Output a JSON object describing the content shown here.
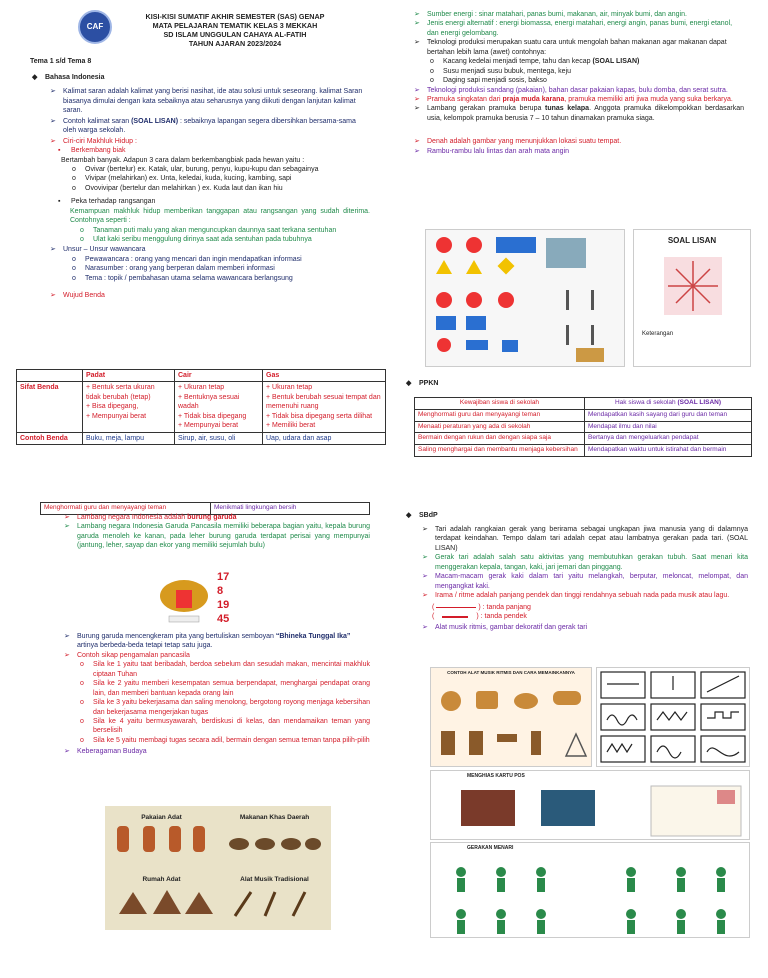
{
  "header": {
    "l1": "KISI-KISI SUMATIF AKHIR SEMESTER (SAS) GENAP",
    "l2": "MATA PELAJARAN TEMATIK KELAS 3 MEKKAH",
    "l3": "SD ISLAM UNGGULAN CAHAYA AL-FATIH",
    "l4": "TAHUN AJARAN 2023/2024",
    "tema": "Tema 1 s/d Tema 8",
    "logo_text": "CAF"
  },
  "bindo": {
    "title": "Bahasa Indonesia",
    "b1": "Kalimat saran adalah kalimat yang berisi nasihat, ide atau solusi untuk seseorang. kalimat Saran biasanya dimulai dengan kata sebaiknya atau seharusnya yang diikuti dengan lanjutan kalimat saran.",
    "b2a": "Contoh kalimat saran ",
    "b2b": "(SOAL LISAN)",
    "b2c": " : sebaiknya lapangan segera dibersihkan bersama-sama oleh warga sekolah.",
    "b3": "Ciri-ciri Makhluk Hidup :",
    "b3a": "Berkembang biak",
    "b3a_desc": "Bertambah banyak. Adapun 3 cara dalam berkembangbiak pada hewan yaitu :",
    "b3a_i1": "Ovivar (bertelur) ex. Katak, ular, burung, penyu, kupu-kupu dan sebagainya",
    "b3a_i2": "Vivipar (melahirkan) ex. Unta, keledai, kuda, kucing, kambing, sapi",
    "b3a_i3": "Ovovivipar (bertelur dan melahirkan ) ex. Kuda laut dan ikan hiu",
    "b3b": "Peka terhadap rangsangan",
    "b3b_desc": "Kemampuan makhluk hidup memberikan tanggapan atau rangsangan yang sudah diterima. Contohnya seperti :",
    "b3b_i1": "Tanaman puti malu yang akan menguncupkan daunnya saat terkana sentuhan",
    "b3b_i2": "Ulat kaki seribu menggulung dirinya saat ada sentuhan pada tubuhnya",
    "b4": "Unsur – Unsur wawancara",
    "b4_i1": "Pewawancara : orang yang mencari dan ingin mendapatkan informasi",
    "b4_i2": "Narasumber : orang yang berperan dalam memberi informasi",
    "b4_i3": "Tema : topik / pembahasan utama selama wawancara berlangsung",
    "b5": "Wujud Benda"
  },
  "wujud_table": {
    "headers": [
      "",
      "Padat",
      "Cair",
      "Gas"
    ],
    "r1_label": "Sifat Benda",
    "r1_c1": "+ Bentuk serta ukuran tidak berubah (tetap)\n+ Bisa dipegang,\n+ Mempunyai berat",
    "r1_c2": "+ Ukuran tetap\n+ Bentuknya sesuai wadah\n+ Tidak bisa dipegang\n+ Mempunyai berat",
    "r1_c3": "+ Ukuran tetap\n+ Bentuk berubah sesuai tempat dan memenuhi ruang\n+ Tidak bisa dipegang serta dilihat\n+ Memiliki berat",
    "r2_label": "Contoh Benda",
    "r2_c1": "Buku, meja, lampu",
    "r2_c2": "Sirup, air, susu, oli",
    "r2_c3": "Uap, udara dan asap"
  },
  "right_top": {
    "s1": "Sumber energi : sinar matahari, panas bumi, makanan, air, minyak bumi, dan angin.",
    "s2": "Jenis energi alternatif : energi biomassa, energi matahari, energi angin, panas bumi, energi etanol, dan energi gelombang.",
    "s3a": "Teknologi produksi merupakan suatu cara untuk mengolah bahan makanan agar makanan dapat bertahan lebih lama (awet) contohnya:",
    "s3_i1a": "Kacang kedelai menjadi tempe, tahu dan kecap ",
    "s3_i1b": "(SOAL LISAN)",
    "s3_i2": "Susu menjadi susu bubuk, mentega, keju",
    "s3_i3": "Daging sapi menjadi sosis, bakso",
    "s4": "Teknologi produksi sandang (pakaian), bahan dasar pakaian kapas, bulu domba, dan serat sutra.",
    "s5a": "Pramuka singkatan dari ",
    "s5b": "praja muda karana",
    "s5c": ", pramuka memiliki arti jiwa muda yang suka berkarya.",
    "s6a": "Lambang gerakan pramuka berupa ",
    "s6b": "tunas kelapa",
    "s6c": ". Anggota pramuka dikelompokkan berdasarkan usia, kelompok pramuka berusia 7 – 10 tahun dinamakan pramuka siaga.",
    "s7": "Denah adalah gambar yang menunjukkan lokasi suatu tempat.",
    "s8": "Rambu-rambu lalu lintas dan arah mata angin",
    "soal_lisan": "SOAL LISAN",
    "keterangan": "Keterangan"
  },
  "ppkn": {
    "title": "PPKN",
    "h1": "Kewajiban siswa di  sekolah",
    "h2a": "Hak siswa di sekolah ",
    "h2b": "(SOAL LISAN)",
    "rows": [
      [
        "Menghormati guru dan menyayangi teman",
        "Mendapatkan kasih sayang dari guru dan teman"
      ],
      [
        "Menaati peraturan yang ada di sekolah",
        "Mendapat ilmu dan nilai"
      ],
      [
        "Bermain dengan rukun dan dengan siapa saja",
        "Bertanya dan mengeluarkan pendapat"
      ],
      [
        "Saling menghargai dan membantu menjaga kebersihan",
        "Mendapatkan waktu untuk istirahat dan bermain"
      ]
    ]
  },
  "bottom_left": {
    "tb1": "Menghormati guru dan menyayangi teman",
    "tb2": "Menikmati lingkungan bersih",
    "g1a": "Lambang negara Indonesia adalah ",
    "g1b": "burung garuda",
    "g2": "Lambang negara Indonesia Garuda Pancasila memiliki beberapa bagian yaitu, kepala burung garuda menoleh ke kanan, pada leher burung garuda terdapat perisai yang mempunyai (jantung, leher, sayap dan ekor yang memiliki sejumlah bulu)",
    "garuda_nums": [
      "17",
      "8",
      "19",
      "45"
    ],
    "g3a": "Burung garuda mencengkeram pita yang bertuliskan semboyan ",
    "g3b": "“Bhineka Tunggal Ika”",
    "g3c": " artinya berbeda-beda tetapi tetap satu juga.",
    "g4": "Contoh sikap pengamalan pancasila",
    "sila": [
      "Sila ke 1 yaitu taat beribadah, berdoa sebelum dan sesudah makan, mencintai makhluk ciptaan Tuhan",
      "Sila ke 2 yaitu memberi kesempatan semua berpendapat, menghargai pendapat orang lain, dan memberi bantuan kepada orang lain",
      "Sila ke 3 yaitu bekerjasama dan saling menolong, bergotong royong menjaga kebersihan dan bekerjasama mengerjakan tugas",
      "Sila ke 4 yaitu bermusyawarah, berdiskusi di kelas, dan mendamaikan teman yang berselisih",
      "Sila ke 5 yaitu membagi tugas secara adil, bermain dengan semua teman tanpa pilih-pilih"
    ],
    "g5": "Keberagaman Budaya",
    "budaya_titles": [
      "Pakaian Adat",
      "Makanan Khas Daerah",
      "Rumah Adat",
      "Alat Musik Tradisional"
    ]
  },
  "sbdp": {
    "title": "SBdP",
    "t1": "Tari adalah rangkaian gerak yang berirama sebagai ungkapan jiwa manusia yang di dalamnya terdapat keindahan. Tempo dalam tari adalah cepat atau lambatnya gerakan pada tari. (SOAL LISAN)",
    "t2": "Gerak tari adalah salah satu aktivitas yang membutuhkan gerakan tubuh.  Saat menari kita menggerakan kepala, tangan, kaki, jari jemari dan pinggang.",
    "t3": "Macam-macam gerak kaki dalam tari yaitu melangkah, berputar, meloncat, melompat, dan mengangkat kaki.",
    "t4": "Irama / ritme adalah panjang pendek dan tinggi rendahnya sebuah nada pada musik atau lagu.",
    "t5": ") : tanda panjang",
    "t6": ") : tanda pendek",
    "t7": "Alat musik ritmis, gambar dekoratif dan gerak tari",
    "img1_title": "CONTOH ALAT MUSIK RITMIS DAN CARA MEMAINKANNYA",
    "img2_title": "MENGHIAS KARTU POS",
    "img3_title": "GERAKAN MENARI"
  },
  "colors": {
    "navy": "#1f2d6b",
    "red": "#d31d2a",
    "green": "#1f8a4a",
    "purple": "#6b2aa6"
  }
}
